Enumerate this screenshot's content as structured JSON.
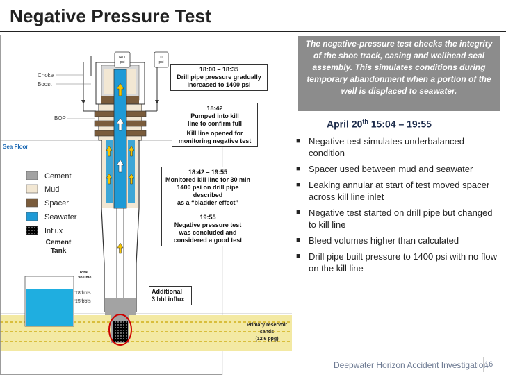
{
  "title": "Negative Pressure Test",
  "gauges": {
    "drill_pipe": {
      "value": "1400",
      "unit": "psi"
    },
    "kill_line": {
      "value": "0",
      "unit": "psi"
    }
  },
  "labels": {
    "choke": "Choke",
    "boost": "Boost",
    "bop": "BOP",
    "sea_floor": "Sea Floor",
    "reservoir": [
      "Primary reservoir",
      "sands",
      "(12.6 ppg)"
    ]
  },
  "legend": [
    {
      "label": "Cement",
      "color": "#a3a3a3"
    },
    {
      "label": "Mud",
      "color": "#f2e7d3"
    },
    {
      "label": "Spacer",
      "color": "#7a5c3c"
    },
    {
      "label": "Seawater",
      "color": "#1f9ad6"
    },
    {
      "label": "Influx",
      "color": "#000000"
    }
  ],
  "cement_tank": {
    "title_lines": [
      "Cement",
      "Tank"
    ],
    "total_volume_lines": [
      "Total",
      "Volume"
    ],
    "levels": [
      "18 bbls",
      "15 bbls"
    ]
  },
  "callouts": {
    "c1": [
      "18:00 – 18:35",
      "Drill pipe pressure gradually",
      "increased to 1400 psi"
    ],
    "c2": [
      "18:42",
      "Pumped into kill",
      "line to confirm full"
    ],
    "c3": [
      "Kill line opened for",
      "monitoring negative test"
    ],
    "c4": [
      "18:42 – 19:55",
      "Monitored kill line for 30 min",
      "1400 psi on drill pipe described",
      "as a “bladder effect”"
    ],
    "c5": [
      "19:55",
      "Negative pressure test",
      "was concluded and",
      "considered a good test"
    ],
    "c6": [
      "Additional",
      "3 bbl influx"
    ]
  },
  "explanation": "The negative-pressure test checks the integrity of the shoe track, casing and wellhead seal assembly.  This simulates conditions during temporary abandonment when a portion of the well is displaced to seawater.",
  "date_heading": {
    "prefix": "April 20",
    "sup": "th",
    "suffix": " 15:04 – 19:55"
  },
  "bullets": [
    "Negative test simulates underbalanced condition",
    "Spacer used between mud and seawater",
    "Leaking annular at start of test moved spacer across kill line inlet",
    "Negative test started on drill pipe but changed to kill line",
    "Bleed volumes higher than calculated",
    "Drill pipe built pressure to 1400 psi with no flow on the kill line"
  ],
  "bullet_glyph": "■",
  "footer": "Deepwater Horizon Accident Investigation",
  "page_number": "16",
  "colors": {
    "cement": "#a3a3a3",
    "mud": "#f2e7d3",
    "spacer": "#7a5c3c",
    "seawater": "#1f9ad6",
    "influx": "#000000",
    "sand": "#f3e9a3",
    "explanation_bg": "#8c8c8c",
    "heading_blue": "#1b2a4a"
  }
}
